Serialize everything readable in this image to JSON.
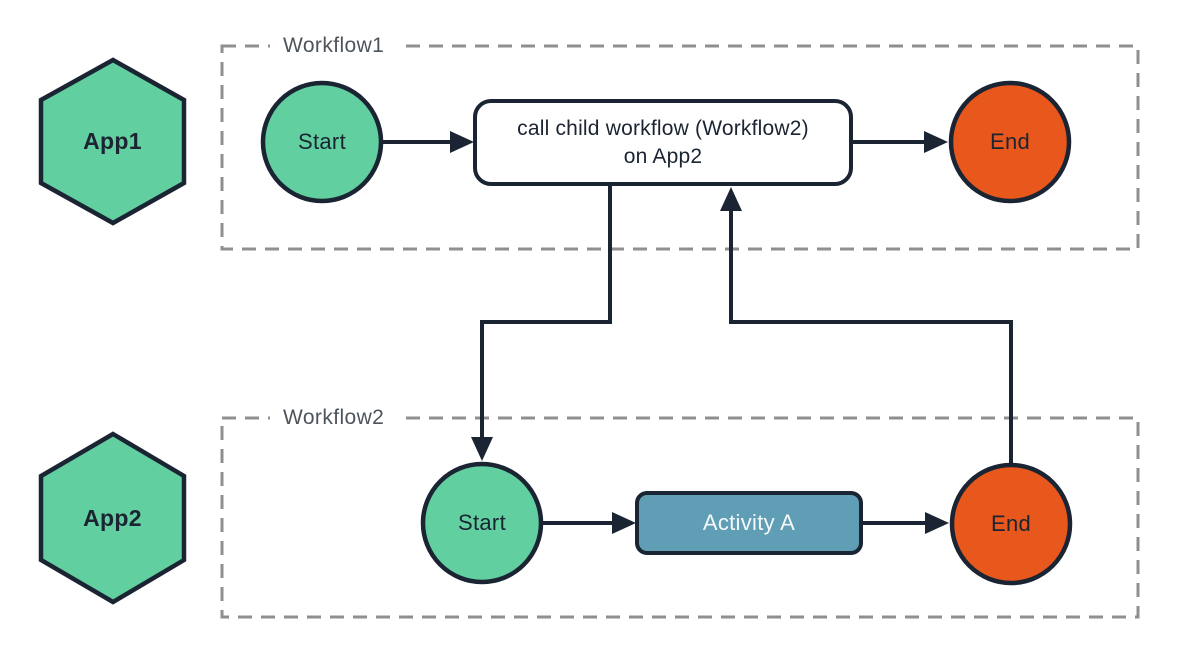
{
  "diagram": {
    "type": "flowchart",
    "colors": {
      "node-green": "#62cfa0",
      "node-orange": "#e8581c",
      "node-blue": "#5f9eb4",
      "stroke-dark": "#1a2432",
      "frame-gray": "#8f8f8f",
      "frame-label-gray": "#4d545c",
      "callbox-white": "#ffffff",
      "activity-text": "#f5f8fa"
    },
    "apps": {
      "app1": "App1",
      "app2": "App2"
    },
    "frames": {
      "workflow1": "Workflow1",
      "workflow2": "Workflow2"
    },
    "nodes": {
      "w1_start": "Start",
      "call_line1": "call child workflow (Workflow2)",
      "call_line2": "on App2",
      "w1_end": "End",
      "w2_start": "Start",
      "activity": "Activity A",
      "w2_end": "End"
    },
    "edges": [
      "workflow1-start to call-child-workflow",
      "call-child-workflow to workflow1-end",
      "call-child-workflow to workflow2-start",
      "workflow2-end to call-child-workflow",
      "workflow2-start to activity-a",
      "activity-a to workflow2-end"
    ]
  }
}
